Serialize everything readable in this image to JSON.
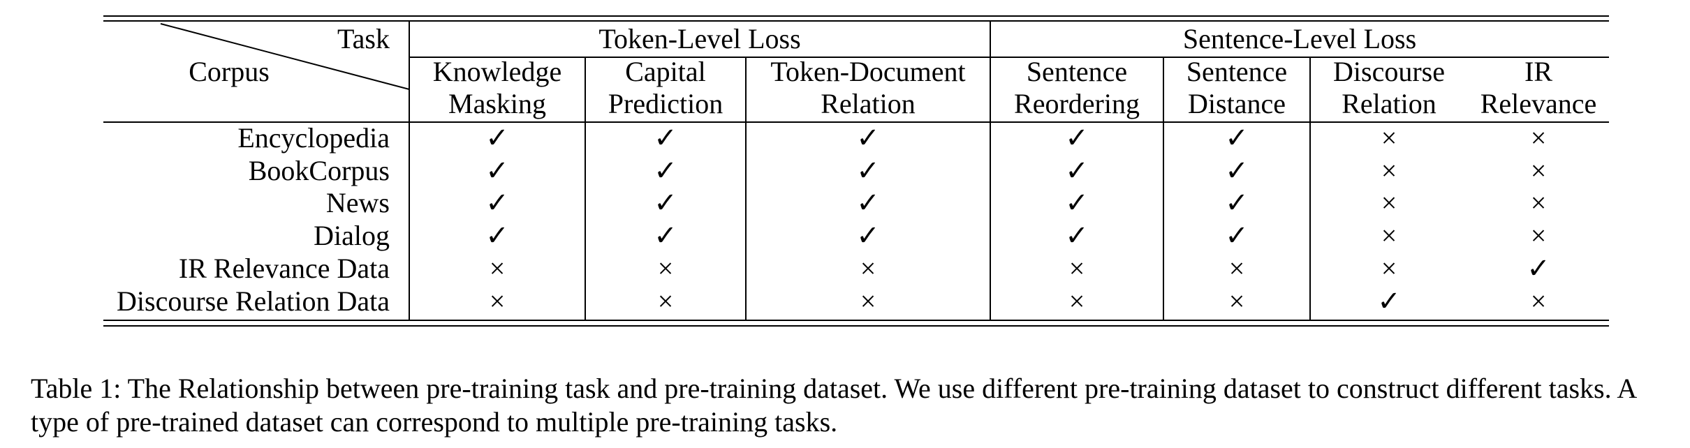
{
  "table": {
    "corner": {
      "task_label": "Task",
      "corpus_label": "Corpus"
    },
    "groups": [
      {
        "label": "Token-Level Loss"
      },
      {
        "label": "Sentence-Level Loss"
      }
    ],
    "columns": [
      {
        "line1": "Knowledge",
        "line2": "Masking"
      },
      {
        "line1": "Capital",
        "line2": "Prediction"
      },
      {
        "line1": "Token-Document",
        "line2": "Relation"
      },
      {
        "line1": "Sentence",
        "line2": "Reordering"
      },
      {
        "line1": "Sentence",
        "line2": "Distance"
      },
      {
        "line1": "Discourse",
        "line2": "Relation"
      },
      {
        "line1": "IR",
        "line2": "Relevance"
      }
    ],
    "rows": [
      {
        "corpus": "Encyclopedia",
        "marks": [
          "✓",
          "✓",
          "✓",
          "✓",
          "✓",
          "×",
          "×"
        ]
      },
      {
        "corpus": "BookCorpus",
        "marks": [
          "✓",
          "✓",
          "✓",
          "✓",
          "✓",
          "×",
          "×"
        ]
      },
      {
        "corpus": "News",
        "marks": [
          "✓",
          "✓",
          "✓",
          "✓",
          "✓",
          "×",
          "×"
        ]
      },
      {
        "corpus": "Dialog",
        "marks": [
          "✓",
          "✓",
          "✓",
          "✓",
          "✓",
          "×",
          "×"
        ]
      },
      {
        "corpus": "IR Relevance Data",
        "marks": [
          "×",
          "×",
          "×",
          "×",
          "×",
          "×",
          "✓"
        ]
      },
      {
        "corpus": "Discourse Relation Data",
        "marks": [
          "×",
          "×",
          "×",
          "×",
          "×",
          "✓",
          "×"
        ]
      }
    ]
  },
  "caption": "Table 1: The Relationship between pre-training task and pre-training dataset. We use different pre-training dataset to construct different tasks. A type of pre-trained dataset can correspond to multiple pre-training tasks."
}
